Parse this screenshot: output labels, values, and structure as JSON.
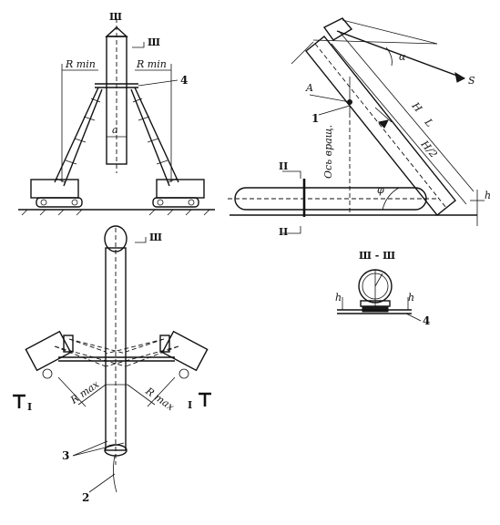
{
  "labels": {
    "top_mark": "Ш",
    "section_mark_1": "Ш",
    "section_mark_2": "Ш",
    "r_min_left": "R min",
    "r_min_right": "R min",
    "dim_a": "а",
    "callout_4_top": "4",
    "r_max_left": "R max",
    "r_max_right": "R max",
    "section_I_left": "I",
    "section_I_right": "I",
    "callout_3": "3",
    "callout_2": "2",
    "angle_alpha": "α",
    "force_s": "S",
    "dim_h_upper": "H",
    "dim_l": "L",
    "dim_h_half": "H/2",
    "dim_h_small": "h",
    "angle_phi": "φ",
    "axis_label": "Ось вращ.",
    "point_a": "A",
    "callout_1": "1",
    "section_left_ii": "II",
    "section_left_ii_b": "II",
    "section_title": "Ш - Ш",
    "section_h_left": "h",
    "section_h_right": "h",
    "callout_4_section": "4"
  },
  "colors": {
    "ink": "#111111",
    "paper": "#ffffff"
  }
}
